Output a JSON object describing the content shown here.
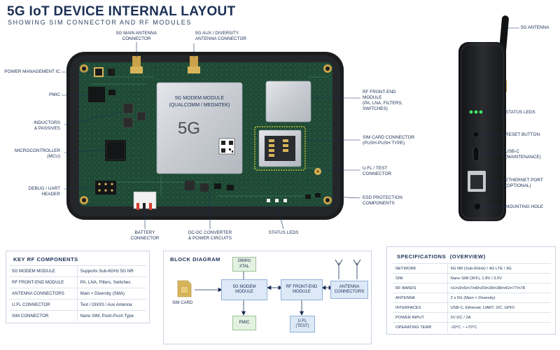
{
  "header": {
    "title": "5G IoT DEVICE INTERNAL LAYOUT",
    "subtitle": "SHOWING SIM CONNECTOR AND RF MODULES"
  },
  "board": {
    "modem_line1": "5G MODEM MODULE",
    "modem_line2": "(QUALCOMM / MEDIATEK)",
    "modem_big": "5G"
  },
  "callouts": {
    "main_antenna_connector": "5G MAIN ANTENNA\nCONNECTOR",
    "aux_antenna_connector": "5G AUX / DIVERSITY\nANTENNA CONNECTOR",
    "power_management_ic": "POWER MANAGEMENT IC",
    "pmic": "PMIC",
    "inductors": "INDUCTORS\n& PASSIVES",
    "microcontroller": "MICROCONTROLLER\n(MCU)",
    "debug_uart": "DEBUG / UART\nHEADER",
    "battery_connector": "BATTERY\nCONNECTOR",
    "dcdc": "DC-DC CONVERTER\n& POWER CIRCUITS",
    "status_leds_board": "STATUS LEDS",
    "rf_front_end": "RF FRONT-END\nMODULE\n(PA, LNA, FILTERS,\nSWITCHES)",
    "sim_card_connector": "SIM CARD CONNECTOR\n(PUSH-PUSH TYPE)",
    "ufl_test": "U.FL / TEST\nCONNECTOR",
    "esd": "ESD PROTECTION\nCOMPONENTS"
  },
  "side": {
    "antenna": "5G ANTENNA",
    "status_leds": "STATUS LEDS",
    "reset_button": "RESET BUTTON",
    "usbc": "USB-C\n(MAINTENANCE)",
    "ethernet": "ETHERNET PORT\n(OPTIONAL)",
    "mounting_hole": "MOUNTING HOLE"
  },
  "key_rf": {
    "title": "KEY RF COMPONENTS",
    "rows": [
      {
        "name": "5G MODEM MODULE",
        "value": "Supports Sub-6GHz 5G NR"
      },
      {
        "name": "RF FRONT-END MODULE",
        "value": "PA, LNA, Filters, Switches"
      },
      {
        "name": "ANTENNA CONNECTORS",
        "value": "Main + Diversity (SMA)"
      },
      {
        "name": "U.FL CONNECTOR",
        "value": "Test / GNSS / Aux Antenna"
      },
      {
        "name": "SIM CONNECTOR",
        "value": "Nano SIM, Push-Push Type"
      }
    ]
  },
  "block_diagram": {
    "title": "BLOCK DIAGRAM",
    "sim_card": "SIM CARD",
    "xtal": "26MHz\nXTAL",
    "modem": "5G MODEM\nMODULE",
    "rf_front_end": "RF FRONT-END\nMODULE",
    "antenna_connectors": "ANTENNA\nCONNECTORS",
    "pmic": "PMIC",
    "ufl": "U.FL\n(TEST)"
  },
  "specs": {
    "title": "SPECIFICATIONS",
    "title_suffix": "(OVERVIEW)",
    "rows": [
      {
        "name": "NETWORK",
        "value": "5G NR (Sub-6GHz) / 4G LTE / 3G"
      },
      {
        "name": "SIM",
        "value": "Nano SIM (3FF), 1.8V / 3.0V"
      },
      {
        "name": "RF BANDS",
        "value": "n1/n3/n5/n7/n8/n20/n28/n38/n41/n77/n78"
      },
      {
        "name": "ANTENNA",
        "value": "2 x 5G (Main + Diversity)"
      },
      {
        "name": "INTERFACES",
        "value": "USB-C, Ethernet, UART, I2C, GPIO"
      },
      {
        "name": "POWER INPUT",
        "value": "5V DC / 2A"
      },
      {
        "name": "OPERATING TEMP.",
        "value": "-20°C ~ +70°C"
      }
    ]
  },
  "colors": {
    "pcb": "#1f4a36",
    "enclosure": "#1b1c1e",
    "accent_blue": "#1c2f55",
    "led_green": "#3ee86a",
    "gold": "#c9a24a"
  }
}
